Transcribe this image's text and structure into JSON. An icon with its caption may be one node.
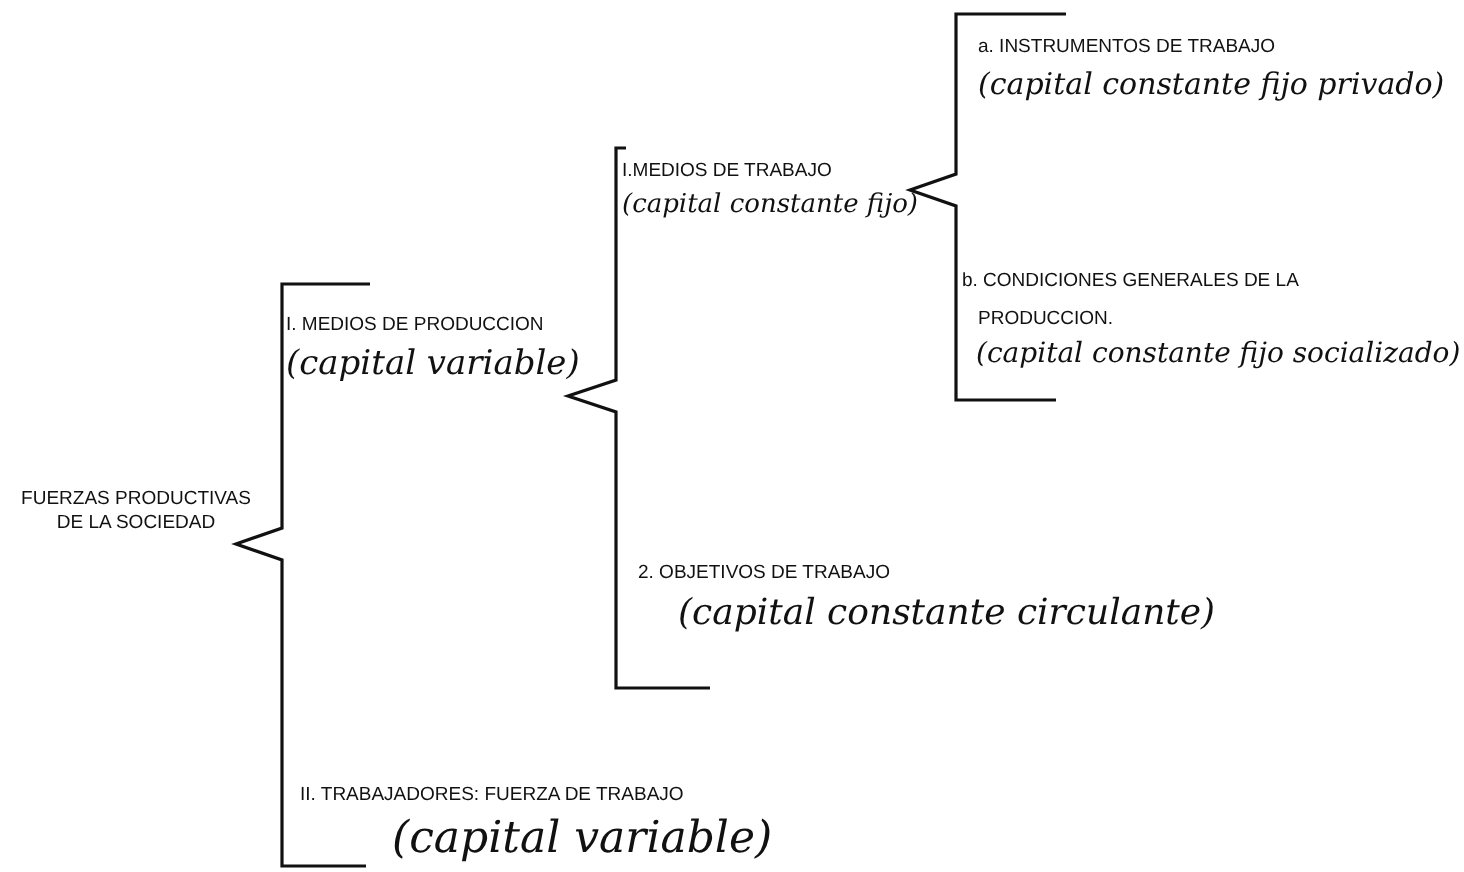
{
  "diagram": {
    "nodes": [
      {
        "text": [
          "FUERZAS PRODUCTIVAS DE LA SOCIEDAD"
        ]
      },
      {
        "text": [
          "I. MEDIOS DE PRODUCCION",
          "(capital variable)"
        ]
      },
      {
        "text": [
          "I.MEDIOS DE TRABAJO",
          "(capital constante fijo)"
        ]
      },
      {
        "text": [
          "a. INSTRUMENTOS DE TRABAJO",
          "(capital constante fijo privado)"
        ]
      },
      {
        "text": [
          "b. CONDICIONES GENERALES DE LA PRODUCCION.",
          "(capital constante fijo socializado)"
        ]
      },
      {
        "text": [
          "2. OBJETIVOS DE TRABAJO",
          "(capital constante circulante)"
        ]
      },
      {
        "text": [
          "II. TRABAJADORES: FUERZA DE TRABAJO",
          "(capital variable)"
        ]
      }
    ]
  }
}
